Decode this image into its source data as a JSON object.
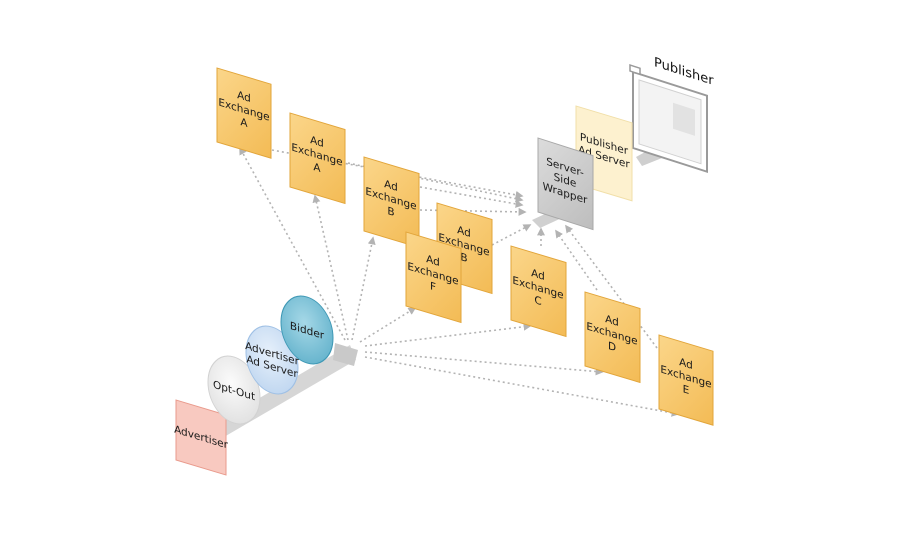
{
  "colors": {
    "exchange_fill": "#f7c76a",
    "exchange_edge": "#e2a53a",
    "wrapper_fill": "#cfcfcf",
    "publisher_ad_server_fill": "#fdf1cf",
    "advertiser_fill": "#f8c9c0",
    "opt_out_fill": "#eeeeee",
    "advertiser_ad_server_fill": "#cfe1f5",
    "bidder_fill": "#7fc4d9",
    "arrow": "#b3b3b3"
  },
  "nodes": {
    "ad_exchange_a_1": [
      "Ad",
      "Exchange",
      "A"
    ],
    "ad_exchange_a_2": [
      "Ad",
      "Exchange",
      "A"
    ],
    "ad_exchange_b_1": [
      "Ad",
      "Exchange",
      "B"
    ],
    "ad_exchange_b_2": [
      "Ad",
      "Exchange",
      "B"
    ],
    "ad_exchange_f": [
      "Ad",
      "Exchange",
      "F"
    ],
    "ad_exchange_c": [
      "Ad",
      "Exchange",
      "C"
    ],
    "ad_exchange_d": [
      "Ad",
      "Exchange",
      "D"
    ],
    "ad_exchange_e": [
      "Ad",
      "Exchange",
      "E"
    ],
    "server_side_wrapper": [
      "Server-",
      "Side",
      "Wrapper"
    ],
    "publisher_ad_server": [
      "Publisher",
      "Ad Server"
    ],
    "publisher": [
      "Publisher"
    ],
    "advertiser": [
      "Advertiser"
    ],
    "opt_out": [
      "Opt-Out"
    ],
    "advertiser_ad_server": [
      "Advertiser",
      "Ad Server"
    ],
    "bidder": [
      "Bidder"
    ]
  },
  "icons": {
    "publisher_window": "browser-window-icon"
  }
}
